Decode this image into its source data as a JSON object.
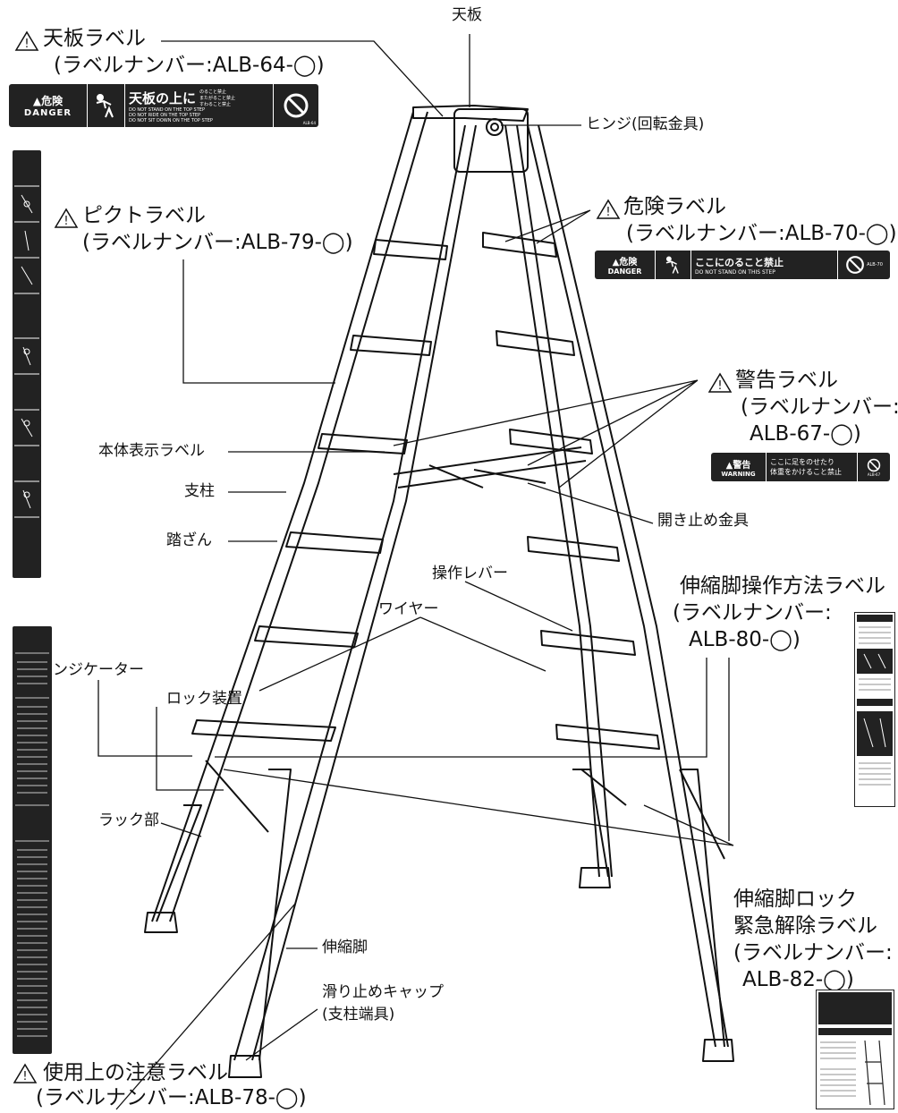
{
  "callouts": {
    "tenban_label": {
      "title": "天板ラベル",
      "number": "(ラベルナンバー:ALB-64-◯)"
    },
    "pict_label": {
      "title": "ピクトラベル",
      "number": "(ラベルナンバー:ALB-79-◯)"
    },
    "kiken_label": {
      "title": "危険ラベル",
      "number": "(ラベルナンバー:ALB-70-◯)"
    },
    "keikoku_label": {
      "title": "警告ラベル",
      "number1": "(ラベルナンバー:",
      "number2": "ALB-67-◯)"
    },
    "shinshuku_sosa_label": {
      "title": "伸縮脚操作方法ラベル",
      "number1": "(ラベルナンバー:",
      "number2": "ALB-80-◯)"
    },
    "shinshuku_lock_label": {
      "title1": "伸縮脚ロック",
      "title2": "緊急解除ラベル",
      "number1": "(ラベルナンバー:",
      "number2": "ALB-82-◯)"
    },
    "shiyo_chui_label": {
      "title": "使用上の注意ラベル",
      "number": "(ラベルナンバー:ALB-78-◯)"
    }
  },
  "parts": {
    "tenban": "天板",
    "hinge": "ヒンジ(回転金具)",
    "hontai_label": "本体表示ラベル",
    "shichu": "支柱",
    "fumizan": "踏ざん",
    "hirakidome": "開き止め金具",
    "sosa_lever": "操作レバー",
    "wire": "ワイヤー",
    "indicator": "インジケーター",
    "lock_sochi": "ロック装置",
    "rack": "ラック部",
    "shinshuku_kyaku": "伸縮脚",
    "suberidome": "滑り止めキャップ",
    "suberidome_sub": "(支柱端具)"
  },
  "labels": {
    "tenban_art": {
      "danger_jp": "危険",
      "danger_en": "DANGER",
      "main": "天板の上に",
      "small": [
        "のること禁止",
        "またがること禁止",
        "すわること禁止"
      ],
      "en": [
        "DO NOT STAND ON THE TOP STEP",
        "DO NOT RIDE ON THE TOP STEP",
        "DO NOT SIT DOWN ON THE TOP STEP"
      ],
      "code": "ALB-64"
    },
    "kiken_art": {
      "danger_jp": "危険",
      "danger_en": "DANGER",
      "main": "ここにのること禁止",
      "en": "DO NOT STAND ON THIS STEP",
      "code": "ALB-70"
    },
    "keikoku_art": {
      "warn_jp": "警告",
      "warn_en": "WARNING",
      "main1": "ここに足をのせたり",
      "main2": "体重をかけること禁止",
      "code": "ALB-67"
    }
  },
  "colors": {
    "line": "#111111",
    "label_bg": "#222222"
  }
}
